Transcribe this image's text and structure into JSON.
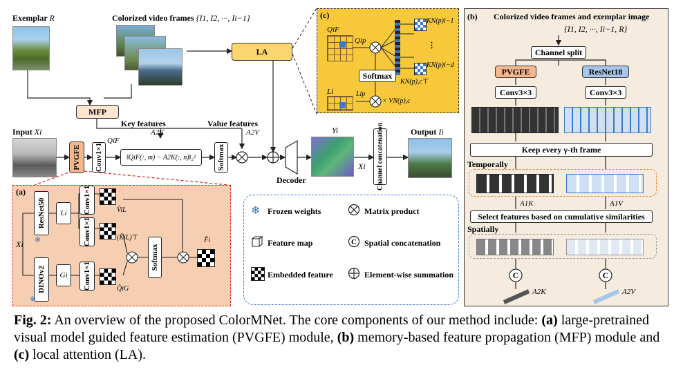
{
  "main": {
    "exemplar_label": "Exemplar",
    "exemplar_var": "R",
    "colorized_frames_label": "Colorized video frames",
    "colorized_frames_set": "{I1, I2, ···, Ii−1}",
    "la_label": "LA",
    "mfp_label": "MFP",
    "key_features_label": "Key features",
    "value_features_label": "Value features",
    "key_var": "A2K",
    "value_var": "A2V",
    "input_label": "Input",
    "input_var": "Xi",
    "pvgfe_label": "PVGFE",
    "conv_label": "Conv1×1",
    "q_label": "QiF",
    "formula": "‖QiF(:, m) − A2K(:, n)‖₂²",
    "softmax_label": "Softmax",
    "decoder_label": "Decoder",
    "yi_label": "Yi",
    "xi_label": "Xi",
    "channel_concat_label": "Channel concatenation",
    "output_label": "Output",
    "output_var": "Ii"
  },
  "panel_a": {
    "tag": "(a)",
    "xi": "Xi",
    "resnet_label": "ResNet50",
    "dino_label": "DINOv2",
    "li_label": "Li",
    "gi_label": "Gi",
    "conv1": "Conv1×1",
    "conv2": "Conv1×1",
    "conv3": "Conv1×1",
    "v_label": "V̂iL",
    "k_label": "(K̂iL)⊤",
    "q_label": "Q̂iG",
    "f_label": "F̂i",
    "softmax_label": "Softmax"
  },
  "panel_b": {
    "tag": "(b)",
    "title": "Colorized video frames and exemplar image",
    "set": "{I1, I2, ···, Ii−1, R}",
    "channel_split": "Channel split",
    "pvgfe": "PVGFE",
    "resnet": "ResNet18",
    "conv_left": "Conv3×3",
    "conv_right": "Conv3×3",
    "keep": "Keep every γ-th frame",
    "temporally": "Temporally",
    "a1k": "A1K",
    "a1v": "A1V",
    "select": "Select features based on cumulative similarities",
    "spatially": "Spatially",
    "c": "C",
    "a2k": "A2K",
    "a2v": "A2V"
  },
  "panel_c": {
    "tag": "(c)",
    "qf": "QiF",
    "qp": "Qip",
    "k1": "KN(p)i−1",
    "k2": "KN(p)i−d",
    "kmat": "KN(p),c⊤",
    "softmax": "Softmax",
    "l": "Li",
    "lp": "Lip",
    "vmat": "× VN(p),c"
  },
  "legend": {
    "frozen": "Frozen weights",
    "matrix": "Matrix product",
    "feature_map": "Feature map",
    "spatial": "Spatial concatenation",
    "embedded": "Embedded feature",
    "sum": "Element-wise summation"
  },
  "caption": {
    "fig": "Fig. 2:",
    "text1": "An overview of the proposed ColorMNet. The core components of our method include:",
    "a": "(a)",
    "text2": "large-pretrained visual model guided feature estimation (PVGFE) module,",
    "b": "(b)",
    "text3": "memory-based feature propagation (MFP) module and",
    "c": "(c)",
    "text4": "local attention (LA)."
  },
  "colors": {
    "panel_bg": "#f6cfb2",
    "box_bg": "#fde6cf",
    "la_bg": "#fbd56f",
    "panel_c_bg": "#f7c93a",
    "accent_red": "#d22",
    "accent_blue": "#3c78c8"
  }
}
